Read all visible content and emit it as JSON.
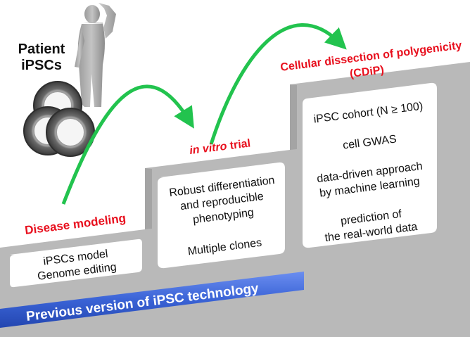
{
  "patient": {
    "line1": "Patient",
    "line2": "iPSCs"
  },
  "stages": {
    "disease_modeling": {
      "title": "Disease modeling",
      "items": [
        "iPSCs model",
        "Genome editing"
      ]
    },
    "in_vitro_trial": {
      "title_italic": "in vitro",
      "title_rest": " trial",
      "items": [
        "Robust differentiation",
        "and reproducible",
        "phenotyping",
        "Multiple clones"
      ]
    },
    "cdip": {
      "title_line1": "Cellular dissection of polygenicity",
      "title_line2": "(CDiP)",
      "items": [
        "iPSC cohort (N ≥ 100)",
        "cell GWAS",
        "data-driven approach",
        "by machine learning",
        "prediction of",
        "the real-world data"
      ]
    }
  },
  "previous_version_banner": "Previous version of iPSC technology",
  "colors": {
    "stair_gray": "#b9b9b9",
    "red_text": "#e8101e",
    "arrow_green": "#22c34e",
    "banner_blue": "#3a63d6"
  }
}
